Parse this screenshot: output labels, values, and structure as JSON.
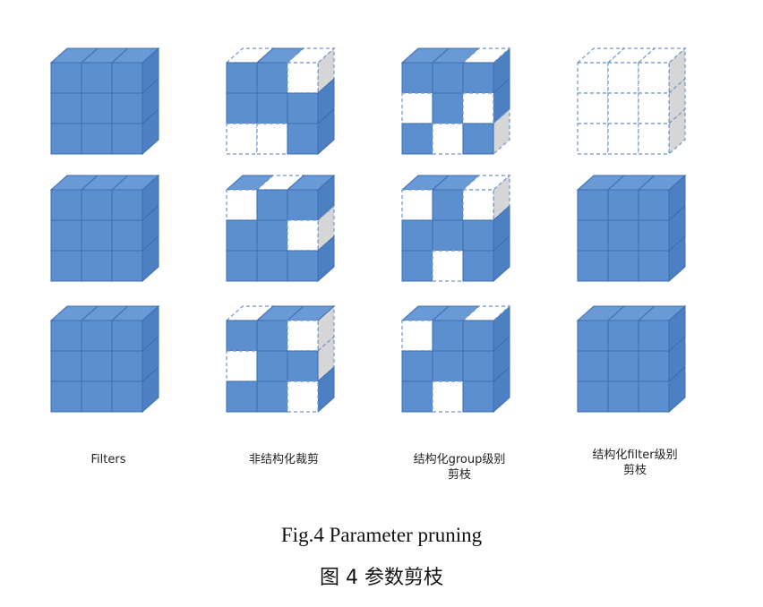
{
  "colors": {
    "face_fill": "#5b8fd0",
    "side_fill": "#4d80c2",
    "top_fill": "#6a9ad6",
    "edge": "#3d6db0",
    "pruned_edge": "#6f96c8",
    "pruned_side": "#d6d6d6"
  },
  "columns": [
    {
      "label": "Filters"
    },
    {
      "label": "非结构化裁剪"
    },
    {
      "label": "结构化group级别\n剪枝"
    },
    {
      "label": "结构化filter级别\n剪枝"
    }
  ],
  "grid": [
    [
      {
        "front": [
          1,
          1,
          1,
          1,
          1,
          1,
          1,
          1,
          1
        ],
        "top": [
          1,
          1,
          1
        ],
        "right": [
          1,
          1,
          1
        ]
      },
      {
        "front": [
          1,
          1,
          0,
          1,
          1,
          1,
          0,
          0,
          1
        ],
        "top": [
          0,
          1,
          0
        ],
        "right": [
          0,
          1,
          1
        ]
      },
      {
        "front": [
          1,
          1,
          1,
          0,
          1,
          0,
          1,
          0,
          1
        ],
        "top": [
          1,
          1,
          0
        ],
        "right": [
          1,
          1,
          0
        ]
      },
      {
        "front": [
          0,
          0,
          0,
          0,
          0,
          0,
          0,
          0,
          0
        ],
        "top": [
          0,
          0,
          0
        ],
        "right": [
          0,
          0,
          0
        ]
      }
    ],
    [
      {
        "front": [
          1,
          1,
          1,
          1,
          1,
          1,
          1,
          1,
          1
        ],
        "top": [
          1,
          1,
          1
        ],
        "right": [
          1,
          1,
          1
        ]
      },
      {
        "front": [
          0,
          1,
          1,
          1,
          1,
          0,
          1,
          1,
          1
        ],
        "top": [
          1,
          0,
          1
        ],
        "right": [
          1,
          0,
          1
        ]
      },
      {
        "front": [
          0,
          1,
          0,
          1,
          1,
          1,
          1,
          0,
          1
        ],
        "top": [
          1,
          1,
          0
        ],
        "right": [
          0,
          1,
          1
        ]
      },
      {
        "front": [
          1,
          1,
          1,
          1,
          1,
          1,
          1,
          1,
          1
        ],
        "top": [
          1,
          1,
          1
        ],
        "right": [
          1,
          1,
          1
        ]
      }
    ],
    [
      {
        "front": [
          1,
          1,
          1,
          1,
          1,
          1,
          1,
          1,
          1
        ],
        "top": [
          1,
          1,
          1
        ],
        "right": [
          1,
          1,
          1
        ]
      },
      {
        "front": [
          1,
          1,
          0,
          0,
          1,
          1,
          1,
          1,
          0
        ],
        "top": [
          0,
          1,
          1
        ],
        "right": [
          0,
          0,
          1
        ]
      },
      {
        "front": [
          0,
          1,
          1,
          1,
          1,
          1,
          1,
          0,
          1
        ],
        "top": [
          1,
          1,
          0
        ],
        "right": [
          1,
          1,
          1
        ]
      },
      {
        "front": [
          1,
          1,
          1,
          1,
          1,
          1,
          1,
          1,
          1
        ],
        "top": [
          1,
          1,
          1
        ],
        "right": [
          1,
          1,
          1
        ]
      }
    ]
  ],
  "caption": {
    "en": "Fig.4    Parameter pruning",
    "zh": "图 4    参数剪枝"
  }
}
